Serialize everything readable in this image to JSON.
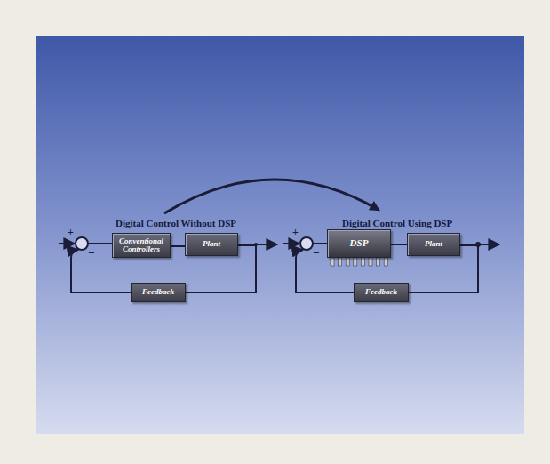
{
  "diagram": {
    "nodes": [
      {
        "text": [
          "Conventional Controllers"
        ]
      },
      {
        "text": [
          "Plant"
        ]
      },
      {
        "text": [
          "Feedback"
        ]
      },
      {
        "text": [
          "DSP"
        ]
      },
      {
        "text": [
          "Plant"
        ]
      },
      {
        "text": [
          "Feedback"
        ]
      }
    ],
    "edges": [
      {
        "from": 0,
        "to": 1,
        "arrow": "none"
      },
      {
        "from": 1,
        "to": 2,
        "arrow": "none"
      },
      {
        "from": 3,
        "to": 4,
        "arrow": "none"
      },
      {
        "from": 4,
        "to": 5,
        "arrow": "none"
      }
    ],
    "labels": [
      "Digital Control Without DSP",
      "Digital Control Using DSP",
      "+",
      "−",
      "+",
      "−"
    ]
  }
}
